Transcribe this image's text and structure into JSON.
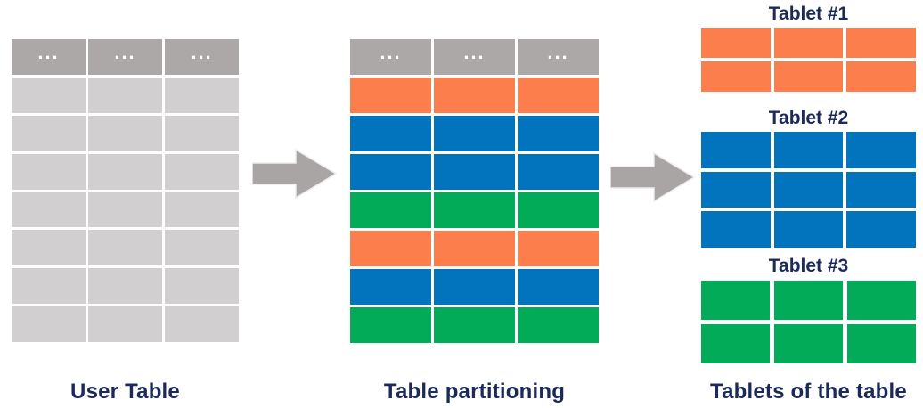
{
  "labels": {
    "left_caption": "User Table",
    "middle_caption": "Table partitioning",
    "right_caption": "Tablets of the table"
  },
  "colors": {
    "header_gray": "#aca8a8",
    "row_gray": "#d1cfcf",
    "orange": "#fb7e4c",
    "blue": "#0274be",
    "green": "#02ab57",
    "navy": "#1b2a5b",
    "arrow_gray": "#a9a5a4",
    "background": "#ffffff"
  },
  "user_table": {
    "columns": 3,
    "header": [
      "...",
      "...",
      "..."
    ],
    "body_rows": 7,
    "body_color": "row_gray"
  },
  "partitioned_table": {
    "columns": 3,
    "header": [
      "...",
      "...",
      "..."
    ],
    "row_colors": [
      "orange",
      "blue",
      "blue",
      "green",
      "orange",
      "blue",
      "green"
    ]
  },
  "tablets": [
    {
      "title": "Tablet #1",
      "color": "orange",
      "rows": 2,
      "columns": 3
    },
    {
      "title": "Tablet #2",
      "color": "blue",
      "rows": 3,
      "columns": 3
    },
    {
      "title": "Tablet #3",
      "color": "green",
      "rows": 2,
      "columns": 3
    }
  ]
}
